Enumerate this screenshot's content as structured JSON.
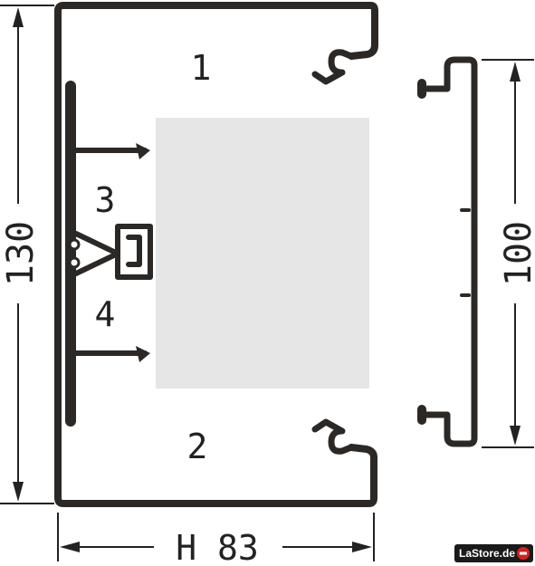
{
  "dimensions": {
    "height_label": "130",
    "width_label": "H 83",
    "cover_height_label": "100"
  },
  "chambers": {
    "top": "1",
    "bottom": "2",
    "upper_middle": "3",
    "lower_middle": "4"
  },
  "logo": {
    "text": "LaStore.de"
  },
  "colors": {
    "profile": "#2b2826",
    "insert": "#e6e6e6",
    "logo_bg": "#1a1a1a",
    "logo_accent": "#d92020"
  }
}
